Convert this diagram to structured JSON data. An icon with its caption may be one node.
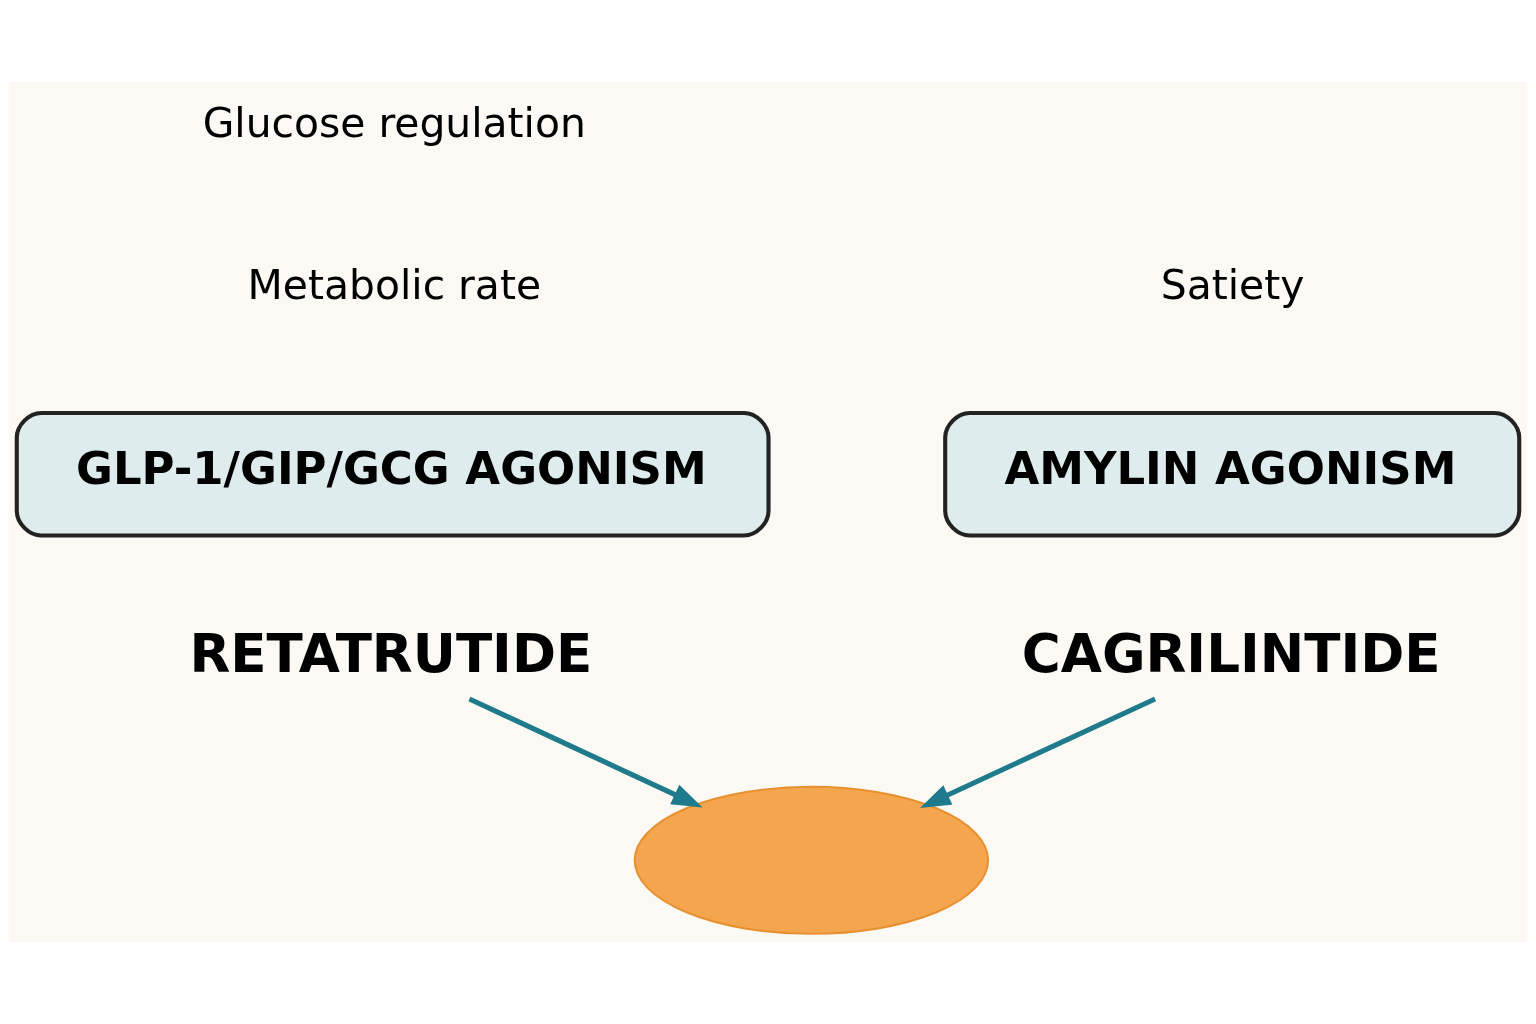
{
  "diagram": {
    "nodes": [
      {
        "text": [
          "AMYLIN AGONISM"
        ]
      },
      {
        "text": [
          "CAGRILINTIDE"
        ]
      },
      {
        "text": [
          "GLP-1/GIP/GCG AGONISM"
        ]
      },
      {
        "text": [
          "RETATRUTIDE"
        ]
      },
      {
        "text": [],
        "shape": "ellipse"
      }
    ],
    "edges": [
      {
        "from": 1,
        "to": 4,
        "arrow": "to"
      },
      {
        "from": 3,
        "to": 4,
        "arrow": "to"
      }
    ],
    "labels": [
      "Satiety",
      "Glucose regulation",
      "Metabolic rate"
    ]
  }
}
